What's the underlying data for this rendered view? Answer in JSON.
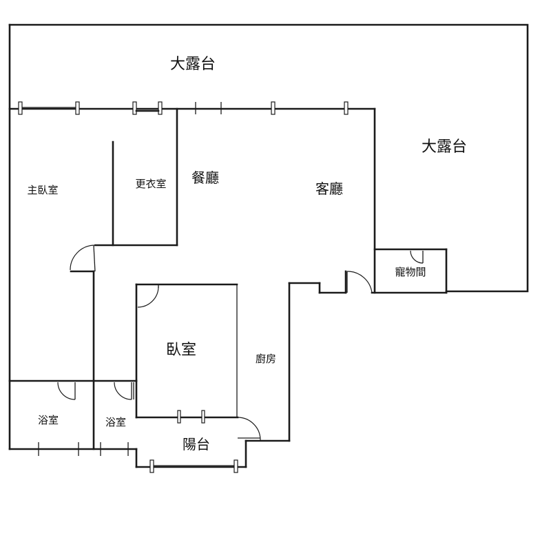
{
  "rooms": {
    "terrace_top": "大露台",
    "terrace_right": "大露台",
    "master_bedroom": "主臥室",
    "walk_in_closet": "更衣室",
    "dining": "餐廳",
    "living": "客廳",
    "pet_room": "寵物間",
    "bedroom": "臥室",
    "kitchen": "廚房",
    "bath_1": "浴室",
    "bath_2": "浴室",
    "balcony": "陽台"
  }
}
